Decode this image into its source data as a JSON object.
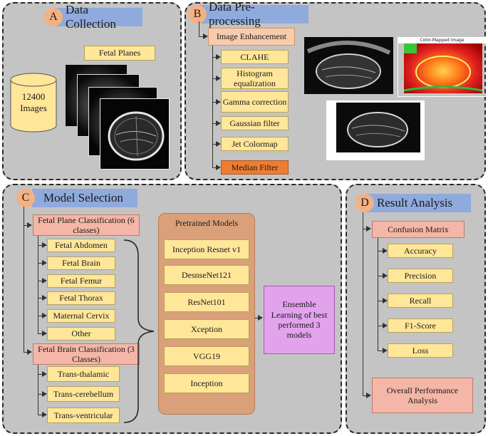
{
  "sectionA": {
    "letter": "A",
    "title": "Data Collection",
    "label_fetal_planes": "Fetal Planes",
    "dataset_count": "12400",
    "dataset_unit": "Images"
  },
  "sectionB": {
    "letter": "B",
    "title": "Data Pre-processing",
    "enhancement": "Image Enhancement",
    "steps": [
      "CLAHE",
      "Histogram equalization",
      "Gamma correction",
      "Gaussian filter",
      "Jet Colormap",
      "Median Filter"
    ],
    "colormap_title": "Color-Mapped Image"
  },
  "sectionC": {
    "letter": "C",
    "title": "Model Selection",
    "plane_classification": "Fetal Plane Classification (6 classes)",
    "plane_classes": [
      "Fetal Abdomen",
      "Fetal Brain",
      "Fetal Femur",
      "Fetal Thorax",
      "Maternal Cervix",
      "Other"
    ],
    "brain_classification": "Fetal Brain Classification (3 Classes)",
    "brain_classes": [
      "Trans-thalamic",
      "Trans-cerebellum",
      "Trans-ventricular"
    ],
    "pretrained_title": "Pretrained Models",
    "models": [
      "Inception Resnet v1",
      "DesnseNet121",
      "ResNet101",
      "Xception",
      "VGG19",
      "Inception"
    ],
    "ensemble": "Ensemble Learning of best performed 3 models"
  },
  "sectionD": {
    "letter": "D",
    "title": "Result Analysis",
    "confusion": "Confusion Matrix",
    "metrics": [
      "Accuracy",
      "Precision",
      "Recall",
      "F1-Score",
      "Loss"
    ],
    "overall": "Overall Performance Analysis"
  }
}
